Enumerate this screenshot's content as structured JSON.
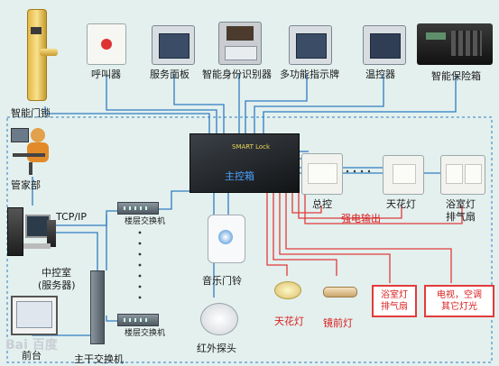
{
  "labels": {
    "smart_lock": "智能门锁",
    "call_button": "呼叫器",
    "service_panel": "服务面板",
    "id_reader": "智能身份识别器",
    "indicator": "多功能指示牌",
    "thermostat": "温控器",
    "safe": "智能保险箱",
    "butler": "管家部",
    "tcpip": "TCP/IP",
    "control_room": "中控室",
    "server": "(服务器)",
    "front_desk": "前台",
    "floor_switch_1": "楼层交换机",
    "floor_switch_2": "楼层交换机",
    "main_switch": "主干交换机",
    "host": "主控箱",
    "doorbell": "音乐门铃",
    "ir_probe": "红外探头",
    "master_switch": "总控",
    "ceiling_switch": "天花灯",
    "bath_fan_switch_1": "浴室灯",
    "bath_fan_switch_2": "排气扇",
    "strong_output": "强电输出",
    "ceiling_lamp": "天花灯",
    "mirror_lamp": "镜前灯",
    "bath_box_1": "浴室灯",
    "bath_box_2": "排气扇",
    "tv_box_1": "电视，空调",
    "tv_box_2": "其它灯光",
    "host_brand": "SMART Lock",
    "watermark": "Bai 百度"
  },
  "colors": {
    "background": "#e3f0ee",
    "signal_wire": "#2f7cc1",
    "power_wire": "#e23b3b",
    "host_label": "#4aa3ff"
  }
}
